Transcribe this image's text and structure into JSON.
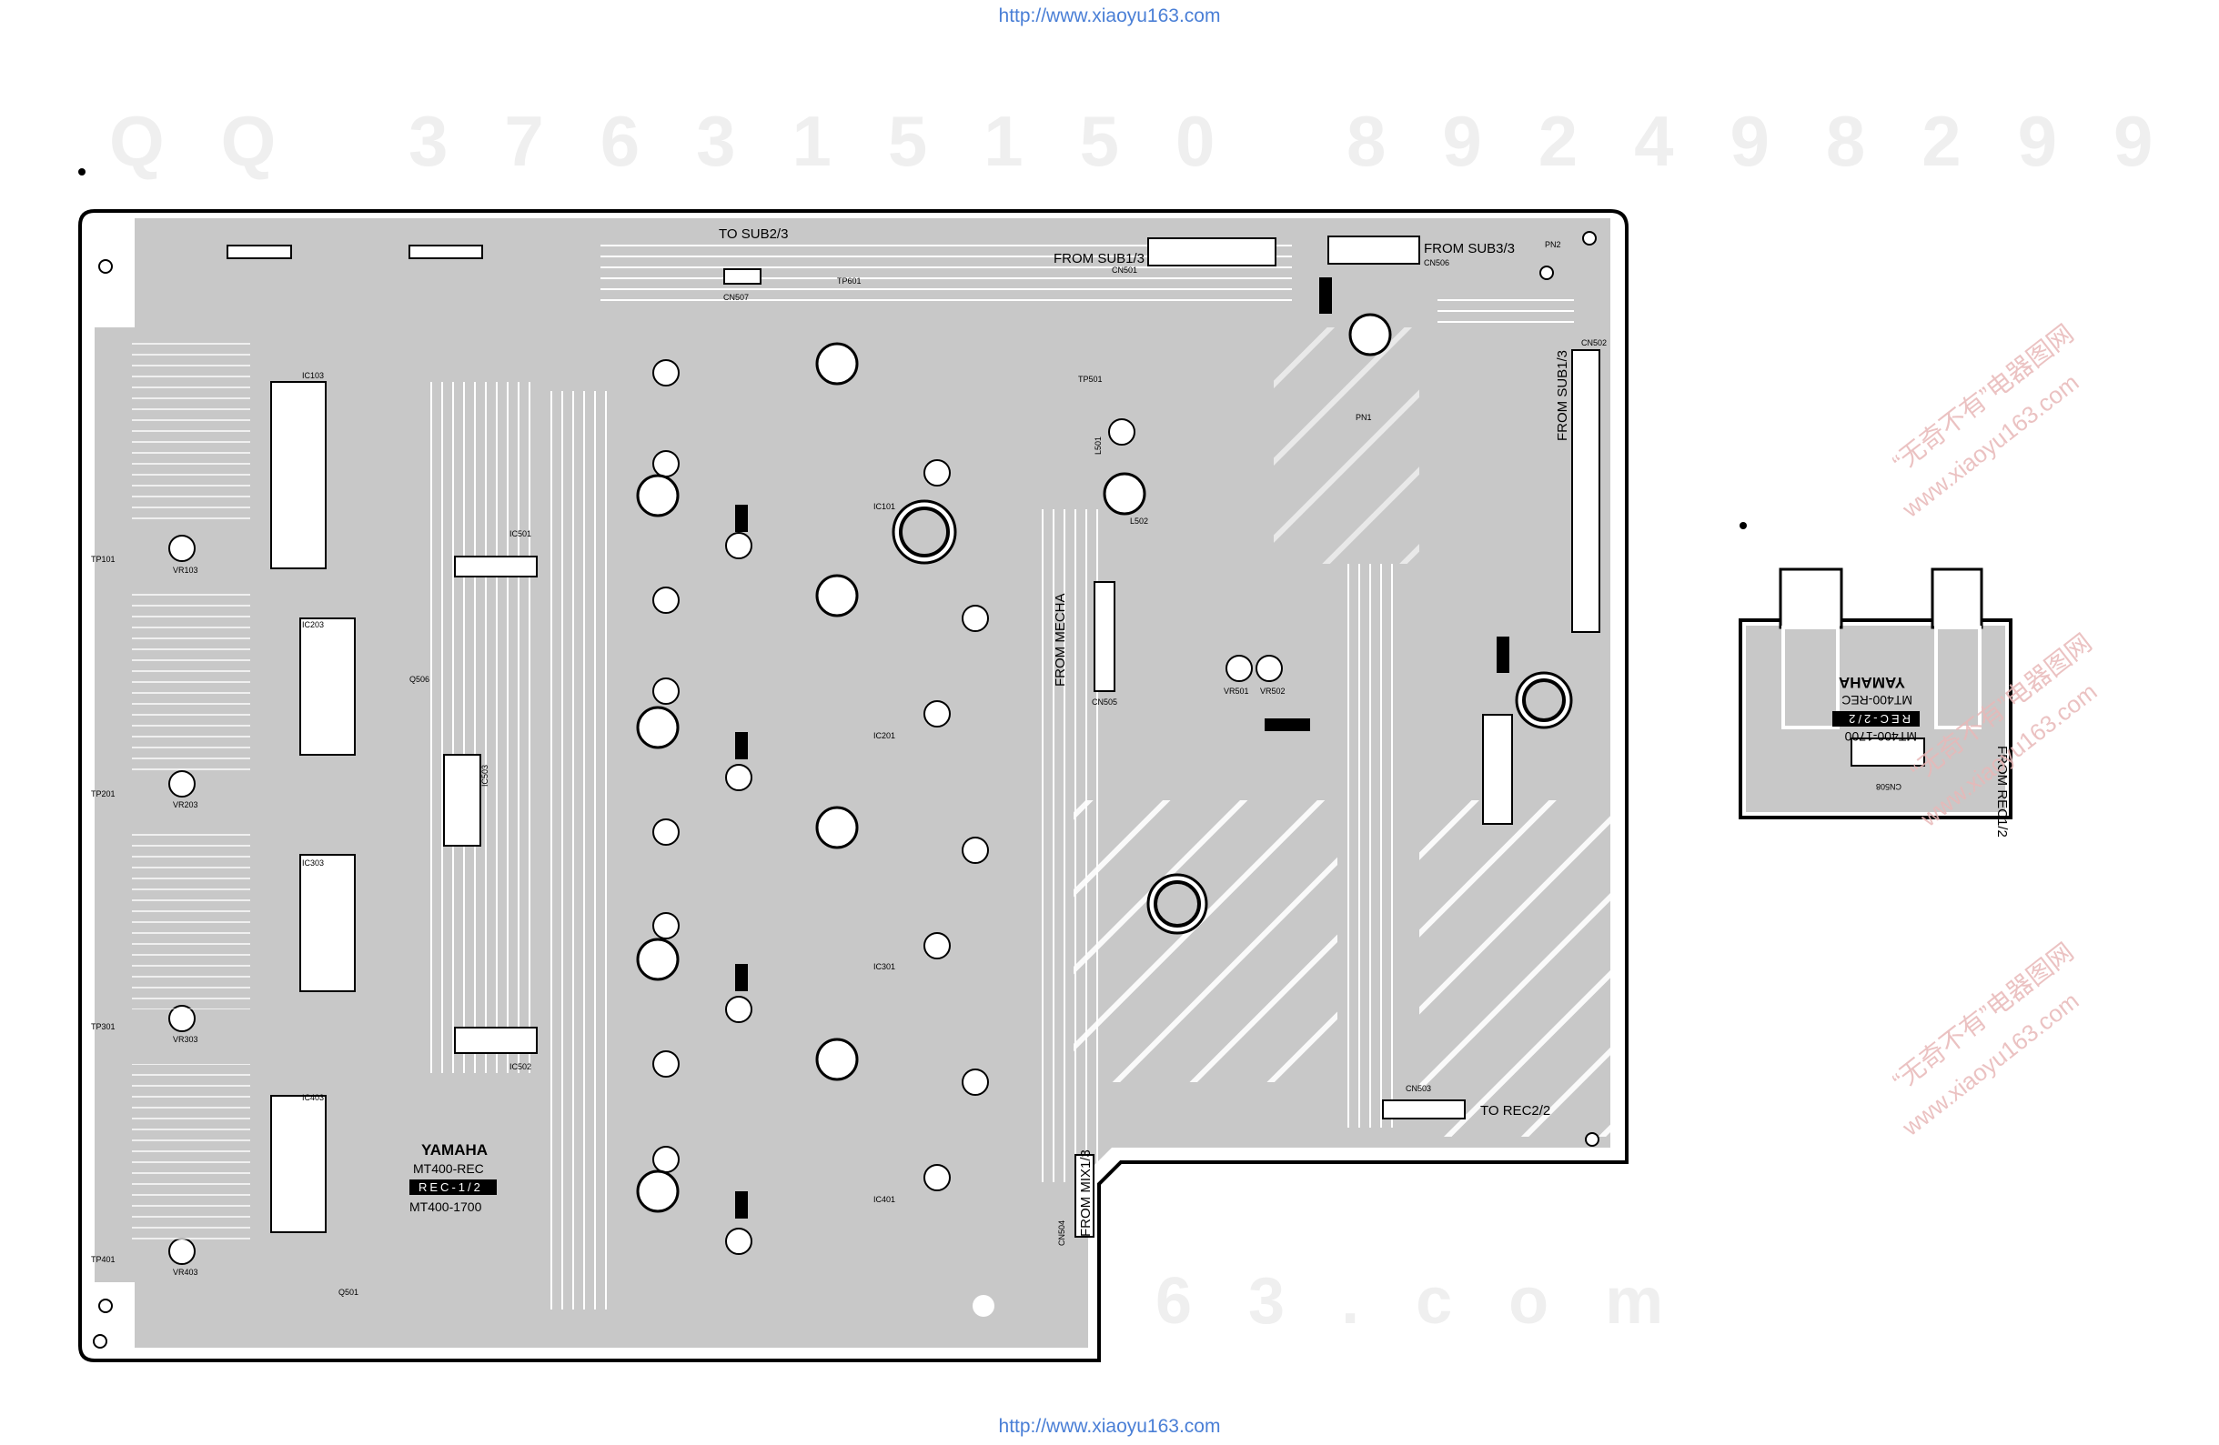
{
  "urls": {
    "top": "http://www.xiaoyu163.com",
    "bottom": "http://www.xiaoyu163.com"
  },
  "watermarks": {
    "qq": "QQ 376315150",
    "phone": "892498299",
    "site": "63.com",
    "cn_brand": "“无奇不有”电器图网",
    "cn_site": "www.xiaoyu163.com"
  },
  "board_main": {
    "brand": "YAMAHA",
    "model": "MT400-REC",
    "part": "REC-1/2",
    "code": "MT400-1700",
    "connectors": {
      "to_sub2": "TO SUB2/3",
      "from_sub1": "FROM SUB1/3",
      "from_sub3": "FROM SUB3/3",
      "from_sub1_vertical": "FROM SUB1/3",
      "from_mecha": "FROM MECHA",
      "from_mix": "FROM MIX1/3",
      "to_rec2": "TO REC2/2"
    },
    "refs": {
      "cn501": "CN501",
      "cn502": "CN502",
      "cn503": "CN503",
      "cn504": "CN504",
      "cn505": "CN505",
      "cn506": "CN506",
      "cn507": "CN507",
      "ic101": "IC101",
      "ic103": "IC103",
      "ic201": "IC201",
      "ic203": "IC203",
      "ic301": "IC301",
      "ic303": "IC303",
      "ic401": "IC401",
      "ic403": "IC403",
      "ic501": "IC501",
      "ic502": "IC502",
      "ic503": "IC503",
      "vr103": "VR103",
      "vr203": "VR203",
      "vr303": "VR303",
      "vr403": "VR403",
      "vr501": "VR501",
      "vr502": "VR502",
      "l501": "L501",
      "l502": "L502",
      "tp101": "TP101",
      "tp201": "TP201",
      "tp301": "TP301",
      "tp401": "TP401",
      "tp501": "TP501",
      "tp601": "TP601",
      "q501": "Q501",
      "q506": "Q506",
      "pn1": "PN1",
      "pn2": "PN2"
    }
  },
  "board_sub": {
    "brand": "YAMAHA",
    "model": "MT400-REC",
    "part": "REC-2/2",
    "code": "MT400-1700",
    "connector": "FROM REC1/2",
    "ref": "CN508"
  },
  "colors": {
    "board": "#c8c8c8",
    "trace": "#ffffff",
    "outline": "#000000",
    "watermark": "#efefef",
    "url": "#4a7fd6",
    "cn_watermark": "#e8b8b8"
  }
}
